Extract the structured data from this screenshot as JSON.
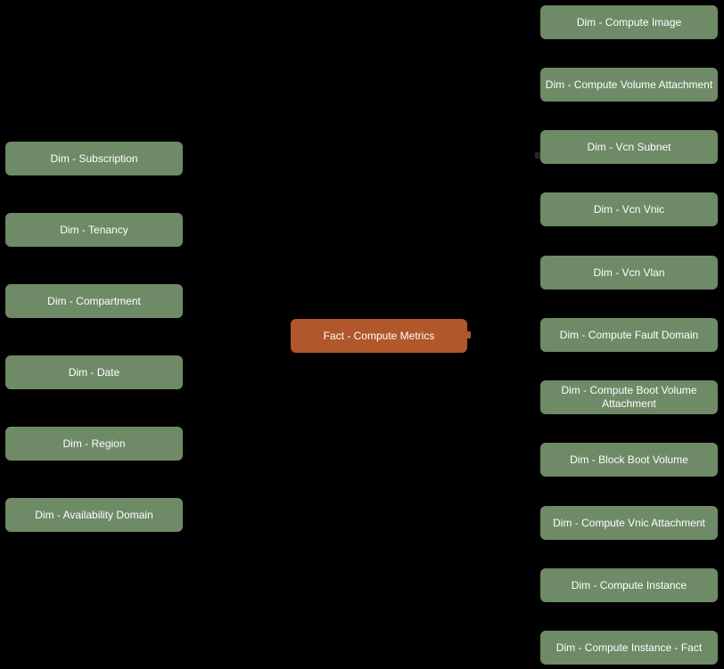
{
  "diagram": {
    "background_color": "#000000",
    "dim_fill_color": "#6E8A66",
    "fact_fill_color": "#B0572B",
    "text_color": "#FFFFFF",
    "fact": {
      "label": "Fact - Compute Metrics"
    },
    "left_dims": [
      {
        "label": "Dim - Subscription"
      },
      {
        "label": "Dim - Tenancy"
      },
      {
        "label": "Dim - Compartment"
      },
      {
        "label": "Dim - Date"
      },
      {
        "label": "Dim - Region"
      },
      {
        "label": "Dim - Availability Domain"
      }
    ],
    "right_dims": [
      {
        "label": "Dim - Compute Image"
      },
      {
        "label": "Dim - Compute Volume Attachment"
      },
      {
        "label": "Dim - Vcn Subnet"
      },
      {
        "label": "Dim - Vcn Vnic"
      },
      {
        "label": "Dim - Vcn Vlan"
      },
      {
        "label": "Dim - Compute Fault Domain"
      },
      {
        "label": "Dim - Compute Boot Volume Attachment"
      },
      {
        "label": "Dim - Block Boot Volume"
      },
      {
        "label": "Dim - Compute Vnic Attachment"
      },
      {
        "label": "Dim - Compute Instance"
      },
      {
        "label": "Dim - Compute Instance - Fact"
      }
    ]
  }
}
